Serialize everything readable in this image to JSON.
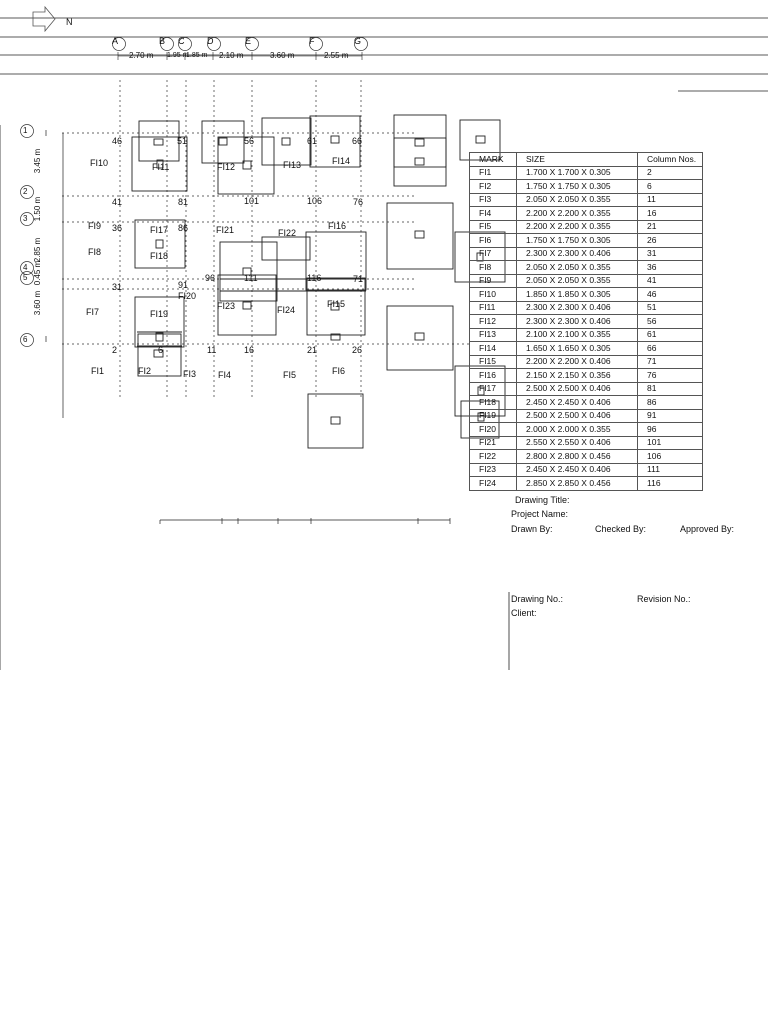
{
  "north_label": "N",
  "grid_cols": [
    {
      "label": "A"
    },
    {
      "label": "B"
    },
    {
      "label": "C"
    },
    {
      "label": "D"
    },
    {
      "label": "E"
    },
    {
      "label": "F"
    },
    {
      "label": "G"
    }
  ],
  "col_dims": [
    "2.70 m",
    "1.95 m",
    "1.85 m",
    "2.10 m",
    "3.60 m",
    "2.55 m"
  ],
  "grid_rows": [
    {
      "label": "1"
    },
    {
      "label": "2"
    },
    {
      "label": "3"
    },
    {
      "label": "4"
    },
    {
      "label": "5"
    },
    {
      "label": "6"
    }
  ],
  "row_dims": [
    "3.45 m",
    "1.50 m",
    "2.85 m",
    "0.45 m",
    "3.60 m"
  ],
  "column_numbers": [
    "46",
    "51",
    "56",
    "61",
    "66",
    "41",
    "81",
    "101",
    "106",
    "76",
    "36",
    "86",
    "31",
    "91",
    "96",
    "111",
    "116",
    "71",
    "2",
    "6",
    "11",
    "16",
    "21",
    "26"
  ],
  "footing_labels": [
    "FI10",
    "FI11",
    "FI12",
    "FI13",
    "FI14",
    "FI9",
    "FI17",
    "FI21",
    "FI22",
    "FI16",
    "FI8",
    "FI18",
    "FI20",
    "FI23",
    "FI24",
    "FI15",
    "FI7",
    "FI19",
    "FI1",
    "FI2",
    "FI3",
    "FI4",
    "FI5",
    "FI6"
  ],
  "schedule": {
    "headers": [
      "MARK",
      "SIZE",
      "Column Nos."
    ],
    "rows": [
      [
        "FI1",
        "1.700 X 1.700 X 0.305",
        "2"
      ],
      [
        "FI2",
        "1.750 X 1.750 X 0.305",
        "6"
      ],
      [
        "FI3",
        "2.050 X 2.050 X 0.355",
        "11"
      ],
      [
        "FI4",
        "2.200 X 2.200 X 0.355",
        "16"
      ],
      [
        "FI5",
        "2.200 X 2.200 X 0.355",
        "21"
      ],
      [
        "FI6",
        "1.750 X 1.750 X 0.305",
        "26"
      ],
      [
        "FI7",
        "2.300 X 2.300 X 0.406",
        "31"
      ],
      [
        "FI8",
        "2.050 X 2.050 X 0.355",
        "36"
      ],
      [
        "FI9",
        "2.050 X 2.050 X 0.355",
        "41"
      ],
      [
        "FI10",
        "1.850 X 1.850 X 0.305",
        "46"
      ],
      [
        "FI11",
        "2.300 X 2.300 X 0.406",
        "51"
      ],
      [
        "FI12",
        "2.300 X 2.300 X 0.406",
        "56"
      ],
      [
        "FI13",
        "2.100 X 2.100 X 0.355",
        "61"
      ],
      [
        "FI14",
        "1.650 X 1.650 X 0.305",
        "66"
      ],
      [
        "FI15",
        "2.200 X 2.200 X 0.406",
        "71"
      ],
      [
        "FI16",
        "2.150 X 2.150 X 0.356",
        "76"
      ],
      [
        "FI17",
        "2.500 X 2.500 X 0.406",
        "81"
      ],
      [
        "FI18",
        "2.450 X 2.450 X 0.406",
        "86"
      ],
      [
        "FI19",
        "2.500 X 2.500 X 0.406",
        "91"
      ],
      [
        "FI20",
        "2.000 X 2.000 X 0.355",
        "96"
      ],
      [
        "FI21",
        "2.550 X 2.550 X 0.406",
        "101"
      ],
      [
        "FI22",
        "2.800 X 2.800 X 0.456",
        "106"
      ],
      [
        "FI23",
        "2.450 X 2.450 X 0.406",
        "111"
      ],
      [
        "FI24",
        "2.850 X 2.850 X 0.456",
        "116"
      ]
    ]
  },
  "title_block": {
    "drawing_title": "Drawing Title:",
    "project_name": "Project Name:",
    "drawn_by": "Drawn By:",
    "checked_by": "Checked By:",
    "approved_by": "Approved By:",
    "drawing_no": "Drawing No.:",
    "revision_no": "Revision No.:",
    "client": "Client:"
  }
}
